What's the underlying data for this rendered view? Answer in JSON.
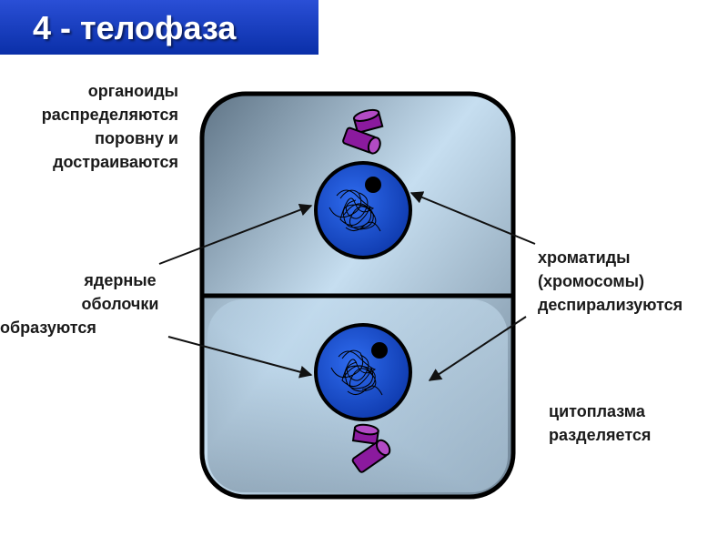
{
  "title": "4 - телофаза",
  "labels": {
    "organoids": [
      "органоиды",
      "распределяются",
      "поровну и",
      "достраиваются"
    ],
    "nuclear": [
      "ядерные",
      "оболочки",
      "образуются"
    ],
    "chromatids": [
      "хроматиды",
      "(хромосомы)",
      "деспирализуются"
    ],
    "cytoplasm": [
      "цитоплазма",
      "разделяется"
    ]
  },
  "colors": {
    "title_bg": "#1238c0",
    "nucleus": "#1a4fd8",
    "organelle": "#8b1a9e",
    "cell_fill_light": "#c8e0f0",
    "cell_fill_dark": "#6a7f92"
  }
}
